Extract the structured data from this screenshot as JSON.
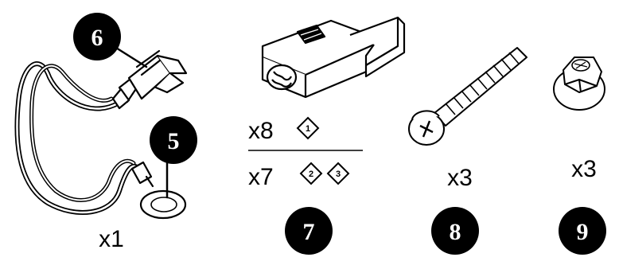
{
  "parts": [
    {
      "callout": "6",
      "quantity": "x1",
      "description_icon": "ground-wire-with-spade-connector"
    },
    {
      "callout": "5",
      "description_icon": "ring-terminal"
    },
    {
      "callout": "7",
      "icon": "wire-connector-bracket",
      "rows": [
        {
          "quantity": "x8",
          "steps": [
            "1"
          ]
        },
        {
          "quantity": "x7",
          "steps": [
            "2",
            "3"
          ]
        }
      ]
    },
    {
      "callout": "8",
      "quantity": "x3",
      "icon": "phillips-screw-icon"
    },
    {
      "callout": "9",
      "quantity": "x3",
      "icon": "hex-flange-nut-icon"
    }
  ]
}
